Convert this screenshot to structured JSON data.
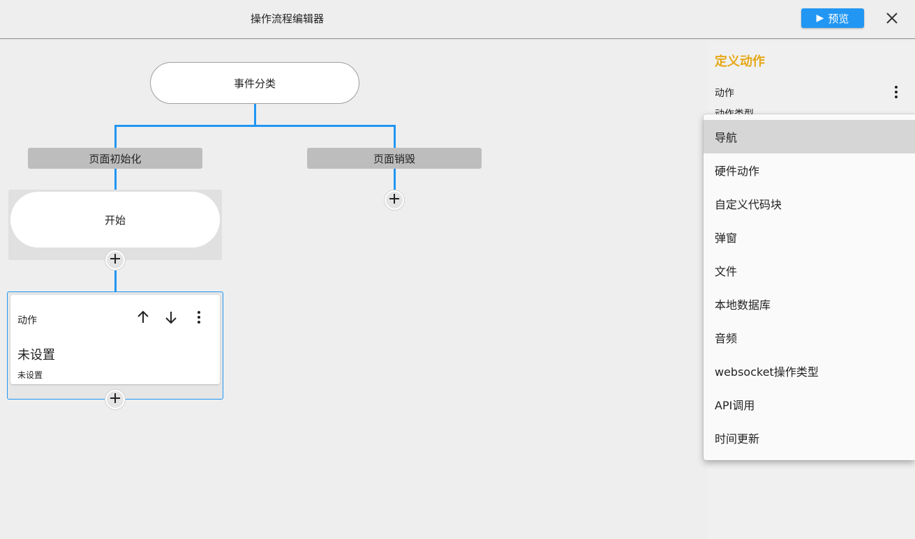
{
  "header": {
    "title": "操作流程编辑器",
    "preview_label": "预览"
  },
  "flow": {
    "root_label": "事件分类",
    "events": [
      {
        "label": "页面初始化"
      },
      {
        "label": "页面销毁"
      }
    ],
    "start_label": "开始",
    "action_card": {
      "title": "动作",
      "value": "未设置",
      "sub_value": "未设置"
    }
  },
  "side_panel": {
    "title": "定义动作",
    "field_label": "动作",
    "field_label2": "动作类型"
  },
  "dropdown": {
    "items": [
      {
        "label": "导航",
        "selected": true
      },
      {
        "label": "硬件动作"
      },
      {
        "label": "自定义代码块"
      },
      {
        "label": "弹窗"
      },
      {
        "label": "文件"
      },
      {
        "label": "本地数据库"
      },
      {
        "label": "音频"
      },
      {
        "label": "websocket操作类型"
      },
      {
        "label": "API调用"
      },
      {
        "label": "时间更新"
      }
    ]
  },
  "colors": {
    "accent": "#2196f3",
    "panel_title": "#e6a817"
  }
}
